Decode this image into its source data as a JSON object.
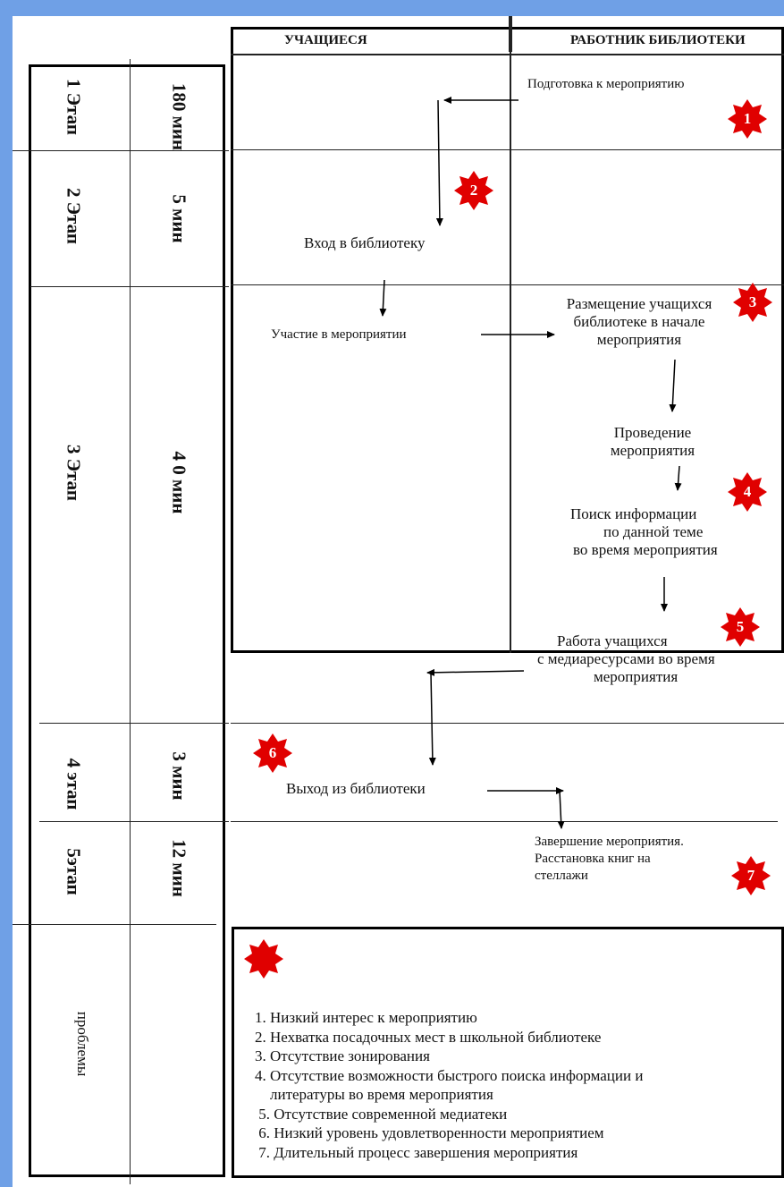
{
  "headers": {
    "students": "УЧАЩИЕСЯ",
    "librarian": "РАБОТНИК БИБЛИОТЕКИ"
  },
  "stages": [
    {
      "name": "1 Этап",
      "time": "180 мин"
    },
    {
      "name": "2 Этап",
      "time": "5 мин"
    },
    {
      "name": "3 Этап",
      "time": "4 0 мин"
    },
    {
      "name": "4 этап",
      "time": "3 мин"
    },
    {
      "name": "5этап",
      "time": "12 мин"
    }
  ],
  "problems_label": "проблемы",
  "flow": {
    "preparation": "Подготовка к мероприятию",
    "entry": "Вход в библиотеку",
    "participation": "Участие в мероприятии",
    "placement": [
      "Размещение учащихся",
      "библиотеке в начале",
      "мероприятия"
    ],
    "conduct": [
      "Проведение",
      "мероприятия"
    ],
    "search": [
      "Поиск информации",
      "по данной  теме",
      "во время мероприятия"
    ],
    "media": [
      "Работа учащихся",
      "с медиаресурсами во время",
      "мероприятия"
    ],
    "exit": "Выход из библиотеки",
    "completion": [
      "Завершение мероприятия.",
      "Расстановка книг на",
      "стеллажи"
    ]
  },
  "badges": [
    "1",
    "2",
    "3",
    "4",
    "5",
    "6",
    "7"
  ],
  "badge_color": "#e00000",
  "problems": [
    "1. Низкий интерес к мероприятию",
    "2. Нехватка посадочных мест в школьной библиотеке",
    "3. Отсутствие зонирования",
    "4. Отсутствие возможности быстрого поиска информации и",
    "    литературы во время мероприятия",
    " 5. Отсутствие современной медиатеки",
    " 6. Низкий уровень удовлетворенности мероприятием",
    " 7. Длительный процесс завершения мероприятия"
  ]
}
